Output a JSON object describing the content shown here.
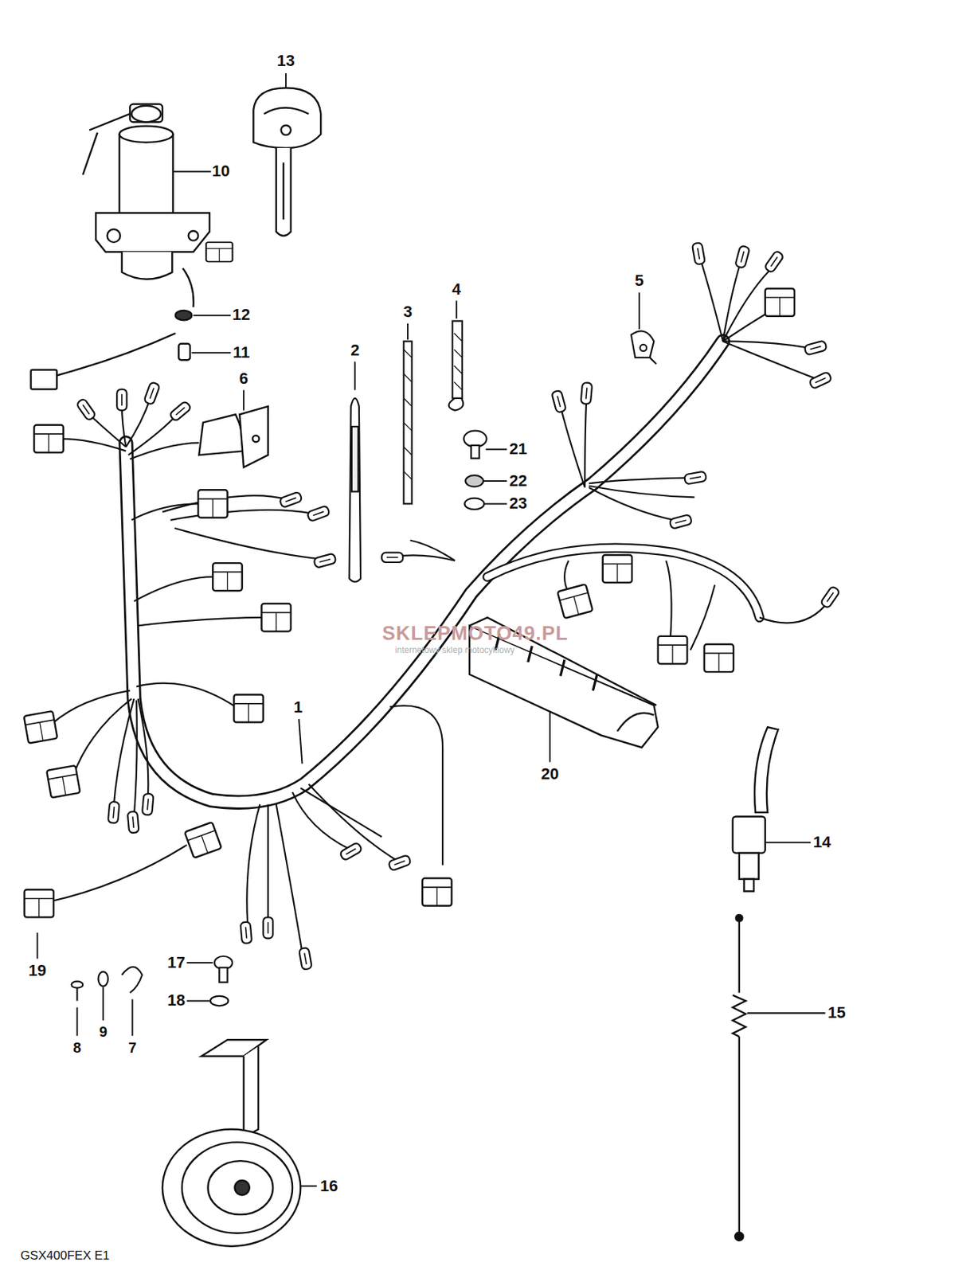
{
  "diagram": {
    "labels": [
      "13",
      "10",
      "5",
      "4",
      "3",
      "12",
      "2",
      "11",
      "6",
      "21",
      "22",
      "23",
      "SKLEPMOTO49.PL",
      "internetowy sklep motocyklowy",
      "1",
      "20",
      "14",
      "19",
      "17",
      "18",
      "9",
      "8",
      "7",
      "15",
      "16",
      "GSX400FEX E1"
    ]
  }
}
